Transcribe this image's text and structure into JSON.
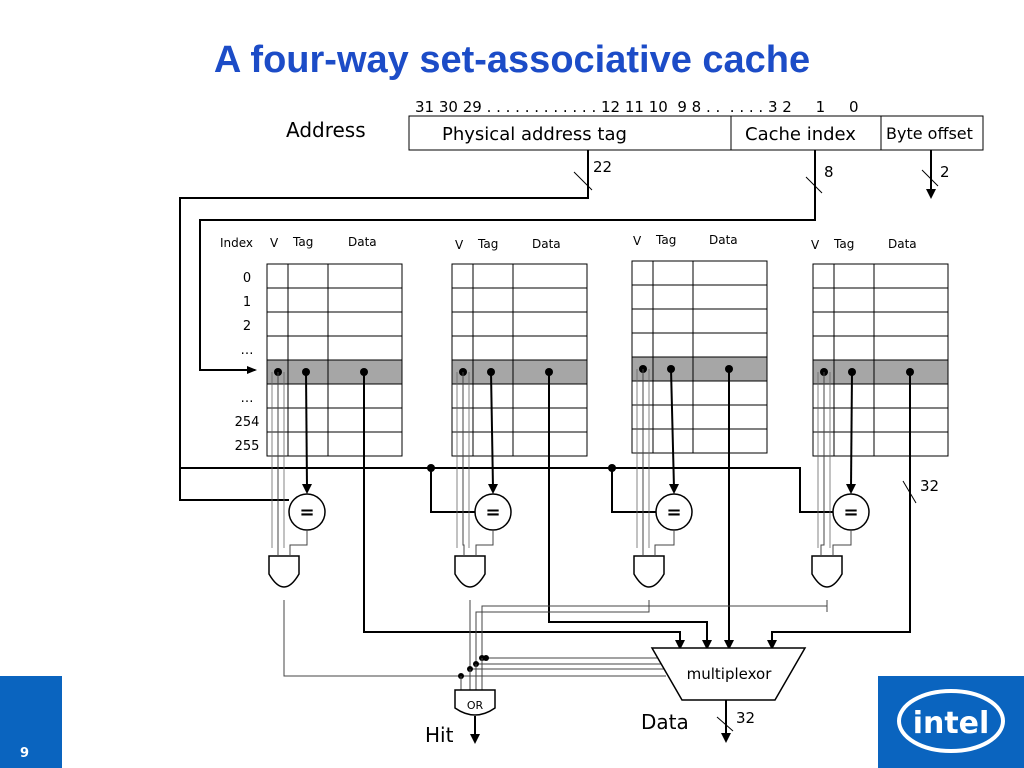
{
  "slide": {
    "title": "A four-way set-associative cache",
    "page_number": "9"
  },
  "address": {
    "label": "Address",
    "bit_positions": "31 30 29 . . . . . . . . . . . . 12 11 10  9 8 . .  . . . . 3 2     1     0",
    "fields": [
      "Physical address tag",
      "Cache index",
      "Byte offset"
    ],
    "widths": [
      "22",
      "8",
      "2"
    ]
  },
  "table": {
    "index_header": "Index",
    "v_header": "V",
    "tag_header": "Tag",
    "data_header": "Data",
    "row_labels": [
      "0",
      "1",
      "2",
      "…",
      "",
      "…",
      "254",
      "255"
    ]
  },
  "comparator_symbol": "=",
  "or_gate_label": "OR",
  "multiplexor_label": "multiplexor",
  "data_width_label": "32",
  "output_width_label": "32",
  "hit_label": "Hit",
  "data_label": "Data",
  "logo_text": "intel",
  "colors": {
    "title": "#1c4cc7",
    "brand_blue": "#0a64bf",
    "selected_row": "#a6a6a6"
  }
}
